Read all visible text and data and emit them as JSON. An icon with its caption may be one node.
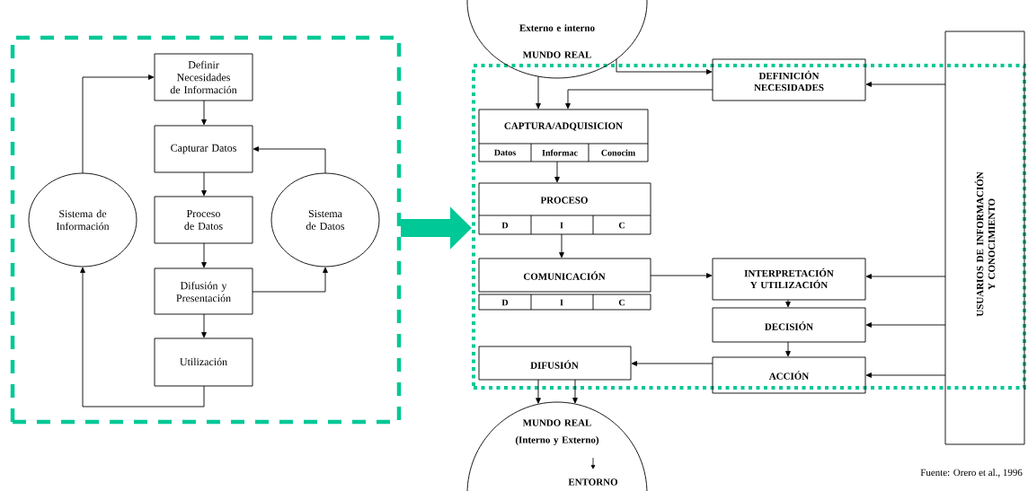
{
  "diagram": {
    "nodes": [
      {
        "text": [],
        "shape": "box"
      },
      {
        "text": [
          "Definir Necesidades de Información"
        ],
        "in": 0
      },
      {
        "text": [
          "Capturar Datos"
        ],
        "in": 0
      },
      {
        "text": [
          "Proceso de Datos"
        ],
        "in": 0
      },
      {
        "text": [
          "Difusión y Presentación"
        ],
        "in": 0
      },
      {
        "text": [
          "Utilización"
        ],
        "in": 0
      },
      {
        "text": [
          "Sistema de Información"
        ],
        "in": 0
      },
      {
        "text": [
          "Sistema de Datos"
        ],
        "in": 0
      },
      {
        "text": [],
        "shape": "box"
      },
      {
        "text": [
          "Externo e interno",
          "MUNDO REAL"
        ]
      },
      {
        "text": [
          "DEFINICIÓN NECESIDADES"
        ]
      },
      {
        "text": [
          "CAPTURA/ADQUISICION",
          "Datos",
          "Informac",
          "Conocim"
        ],
        "in": 8
      },
      {
        "text": [
          "PROCESO",
          "D",
          "I",
          "C"
        ],
        "in": 8
      },
      {
        "text": [
          "COMUNICACIÓN",
          "D",
          "I",
          "C"
        ],
        "in": 8
      },
      {
        "text": [
          "DIFUSIÓN"
        ],
        "in": 8
      },
      {
        "text": [
          "INTERPRETACIÓN Y UTILIZACIÓN"
        ],
        "in": 8
      },
      {
        "text": [
          "DECISIÓN"
        ],
        "in": 8
      },
      {
        "text": [
          "ACCIÓN"
        ]
      },
      {
        "text": [
          "USUARIOS DE INFORMACIÓN Y CONOCIMIENTO"
        ]
      },
      {
        "text": [
          "MUNDO REAL",
          "(Interno y Externo)",
          "ENTORNO"
        ]
      }
    ],
    "edges": [
      {
        "from": 1,
        "to": 2,
        "arrow": "to"
      },
      {
        "from": 2,
        "to": 3,
        "arrow": "to"
      },
      {
        "from": 3,
        "to": 4,
        "arrow": "to"
      },
      {
        "from": 4,
        "to": 5,
        "arrow": "to"
      },
      {
        "from": 6,
        "to": 1,
        "arrow": "to"
      },
      {
        "from": 7,
        "to": 2,
        "arrow": "to"
      },
      {
        "from": 4,
        "to": 7,
        "arrow": "to"
      },
      {
        "from": 5,
        "to": 6,
        "arrow": "to"
      },
      {
        "from": 0,
        "to": 8,
        "arrow": "to",
        "style": "thick",
        "color": "#00c896"
      },
      {
        "from": 9,
        "to": 11,
        "arrow": "to"
      },
      {
        "from": 9,
        "to": 10,
        "arrow": "to"
      },
      {
        "from": 10,
        "to": 11,
        "arrow": "to"
      },
      {
        "from": 11,
        "to": 12,
        "arrow": "to"
      },
      {
        "from": 12,
        "to": 13,
        "arrow": "to"
      },
      {
        "from": 13,
        "to": 15,
        "arrow": "to"
      },
      {
        "from": 15,
        "to": 16,
        "arrow": "to"
      },
      {
        "from": 16,
        "to": 17,
        "arrow": "to"
      },
      {
        "from": 17,
        "to": 14,
        "arrow": "to"
      },
      {
        "from": 18,
        "to": 10,
        "arrow": "to"
      },
      {
        "from": 18,
        "to": 15,
        "arrow": "to"
      },
      {
        "from": 18,
        "to": 16,
        "arrow": "to"
      },
      {
        "from": 18,
        "to": 17,
        "arrow": "to"
      },
      {
        "from": 14,
        "to": 19,
        "arrow": "to"
      },
      {
        "from": 14,
        "to": 19,
        "arrow": "to"
      }
    ],
    "labels": [
      "Fuente: Orero et al., 1996"
    ]
  }
}
